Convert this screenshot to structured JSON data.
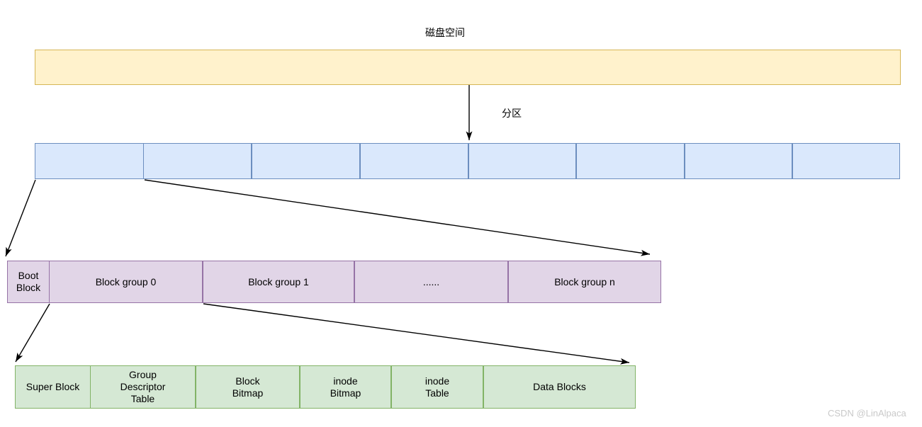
{
  "diagram": {
    "title": "磁盘空间",
    "partition_label": "分区",
    "watermark": "CSDN @LinAlpaca",
    "colors": {
      "disk_fill": "#fff2cc",
      "disk_stroke": "#d6b656",
      "partition_fill": "#dae8fc",
      "partition_stroke": "#6c8ebf",
      "blockgroup_fill": "#e1d5e7",
      "blockgroup_stroke": "#9673a6",
      "groupblock_fill": "#d5e8d4",
      "groupblock_stroke": "#82b366",
      "arrow": "#000000",
      "watermark": "#c9c9c9"
    }
  },
  "disk": {
    "label": ""
  },
  "partitions": [
    {
      "label": ""
    },
    {
      "label": ""
    },
    {
      "label": ""
    },
    {
      "label": ""
    },
    {
      "label": ""
    },
    {
      "label": ""
    },
    {
      "label": ""
    },
    {
      "label": ""
    }
  ],
  "block_groups": [
    {
      "label": "Boot\nBlock"
    },
    {
      "label": "Block group 0"
    },
    {
      "label": "Block group 1"
    },
    {
      "label": "......"
    },
    {
      "label": "Block group n"
    }
  ],
  "group_blocks": [
    {
      "label": "Super Block"
    },
    {
      "label": "Group\nDescriptor\nTable"
    },
    {
      "label": "Block\nBitmap"
    },
    {
      "label": "inode\nBitmap"
    },
    {
      "label": "inode\nTable"
    },
    {
      "label": "Data Blocks"
    }
  ]
}
